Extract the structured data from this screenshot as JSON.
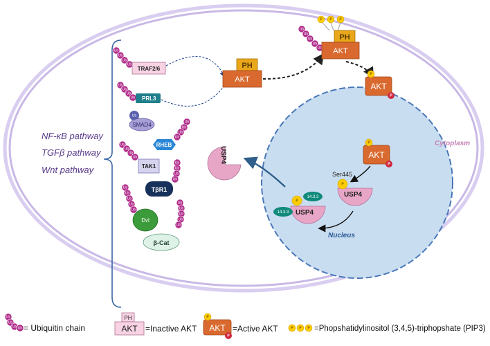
{
  "pathways": [
    "NF-κB pathway",
    "TGFβ pathway",
    "Wnt pathway"
  ],
  "proteins": {
    "traf": "TRAF2/6",
    "prl3": "PRL3",
    "smad4": "SMAD4",
    "rheb": "RHEB",
    "tak1": "TAK1",
    "tbr1": "TβR1",
    "dvl": "Dvl",
    "bcat": "β-Cat"
  },
  "akt": {
    "label": "AKT",
    "ph": "PH"
  },
  "usp4": "USP4",
  "binding": "14.3.3",
  "site": "Ser445",
  "p_label": "P",
  "ub_label": "Ub",
  "compartments": {
    "cytoplasm": "Cytoplasm",
    "nucleus": "Nucleus"
  },
  "legend": {
    "ubiquitin": "= Ubiquitin chain",
    "inactive": "=Inactive AKT",
    "active": "=Active AKT",
    "pip3": "=Phopshatidylinositol (3,4,5)-triphopshate (PIP3)"
  },
  "colors": {
    "ubiquitin": "#b02a8a",
    "akt": "#d9692e",
    "usp4": "#e8a6c6",
    "nucleus": "#c9ddf1",
    "cell_membrane": "#c9b8e6",
    "phosphate": "#ffcc00"
  }
}
